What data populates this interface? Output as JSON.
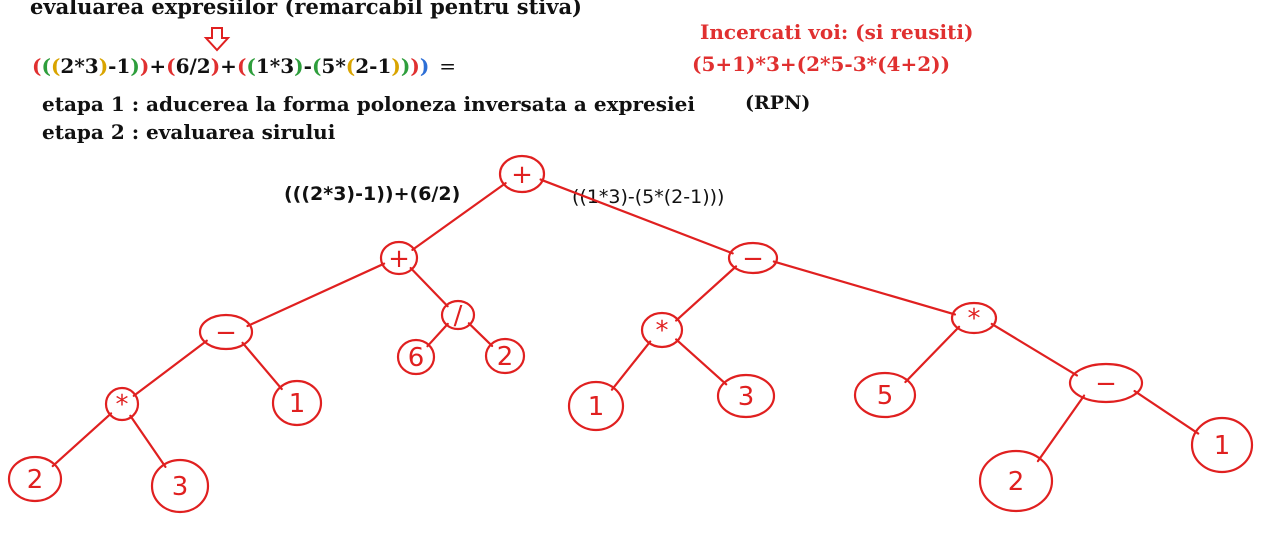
{
  "title": "evaluarea expresiilor (remarcabil pentru stiva)",
  "try_title": "Incercati voi: (si reusiti)",
  "try_expr": "(5+1)*3+(2*5-3*(4+2))",
  "expression": {
    "parts": [
      "(",
      "(",
      "(",
      "2*3",
      ")",
      "-1",
      ")",
      ")",
      "+",
      "(",
      "6/2",
      ")",
      "+",
      "(",
      "(",
      "1*3",
      ")",
      "-",
      "(",
      "5*",
      "(",
      "2-1",
      ")",
      ")",
      ")",
      ")"
    ],
    "equals": "="
  },
  "step1": "etapa 1 : aducerea la forma poloneza inversata a expresiei",
  "rpn": "(RPN)",
  "step2": "etapa 2 : evaluarea sirului",
  "sub_left": "(((2*3)-1))+(6/2)",
  "sub_right": "((1*3)-(5*(2-1)))",
  "colors": {
    "ink": "#e02020",
    "text": "#111111",
    "accent": "#e03030"
  },
  "tree": {
    "nodes": [
      {
        "id": "root",
        "label": "+"
      },
      {
        "id": "l",
        "label": "+"
      },
      {
        "id": "r",
        "label": "−"
      },
      {
        "id": "ll",
        "label": "−"
      },
      {
        "id": "lr",
        "label": "/"
      },
      {
        "id": "lll",
        "label": "*"
      },
      {
        "id": "llr",
        "label": "1"
      },
      {
        "id": "llla",
        "label": "2"
      },
      {
        "id": "lllb",
        "label": "3"
      },
      {
        "id": "lra",
        "label": "6"
      },
      {
        "id": "lrb",
        "label": "2"
      },
      {
        "id": "rl",
        "label": "*"
      },
      {
        "id": "rr",
        "label": "*"
      },
      {
        "id": "rla",
        "label": "1"
      },
      {
        "id": "rlb",
        "label": "3"
      },
      {
        "id": "rra",
        "label": "5"
      },
      {
        "id": "rrb",
        "label": "−"
      },
      {
        "id": "rrba",
        "label": "2"
      },
      {
        "id": "rrbb",
        "label": "1"
      }
    ],
    "edges": [
      [
        "root",
        "l"
      ],
      [
        "root",
        "r"
      ],
      [
        "l",
        "ll"
      ],
      [
        "l",
        "lr"
      ],
      [
        "ll",
        "lll"
      ],
      [
        "ll",
        "llr"
      ],
      [
        "lll",
        "llla"
      ],
      [
        "lll",
        "lllb"
      ],
      [
        "lr",
        "lra"
      ],
      [
        "lr",
        "lrb"
      ],
      [
        "r",
        "rl"
      ],
      [
        "r",
        "rr"
      ],
      [
        "rl",
        "rla"
      ],
      [
        "rl",
        "rlb"
      ],
      [
        "rr",
        "rra"
      ],
      [
        "rr",
        "rrb"
      ],
      [
        "rrb",
        "rrba"
      ],
      [
        "rrb",
        "rrbb"
      ]
    ]
  }
}
